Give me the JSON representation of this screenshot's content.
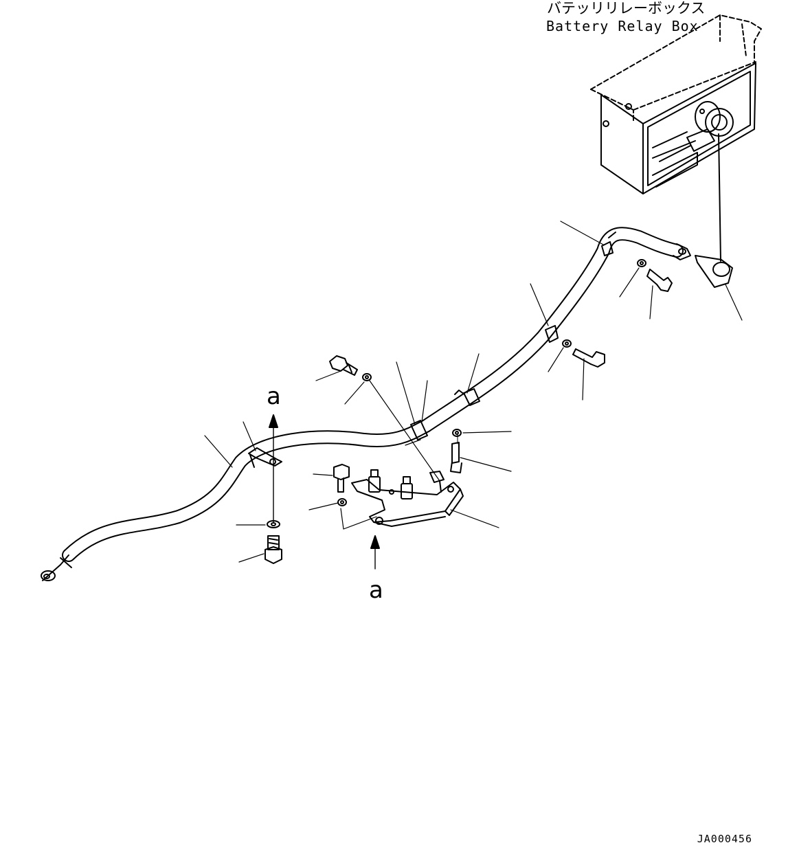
{
  "labels": {
    "title_jp": "バテッリリレーボックス",
    "title_en": "Battery Relay Box",
    "view_marker_top": "a",
    "view_marker_bottom": "a",
    "drawing_number": "JA000456"
  },
  "colors": {
    "line": "#000000",
    "background": "#ffffff"
  }
}
